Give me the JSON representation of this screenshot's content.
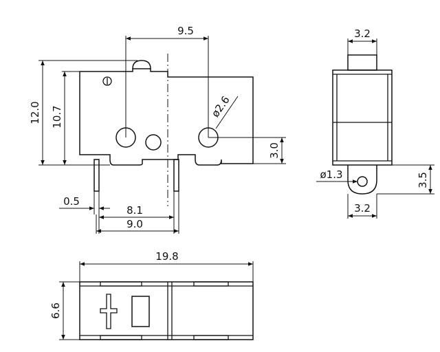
{
  "views": {
    "front": {
      "dim_top": "9.5",
      "dim_height_total": "12.0",
      "dim_height_body": "10.7",
      "dim_hole": "ø2.6",
      "dim_hole_offset": "3.0",
      "dim_terminal_width": "0.5",
      "dim_pitch_inner": "8.1",
      "dim_pitch_outer": "9.0"
    },
    "side": {
      "dim_top_width": "3.2",
      "dim_hole": "ø1.3",
      "dim_terminal_width": "3.2",
      "dim_terminal_height": "3.5"
    },
    "bottom": {
      "dim_length": "19.8",
      "dim_width": "6.6"
    }
  }
}
